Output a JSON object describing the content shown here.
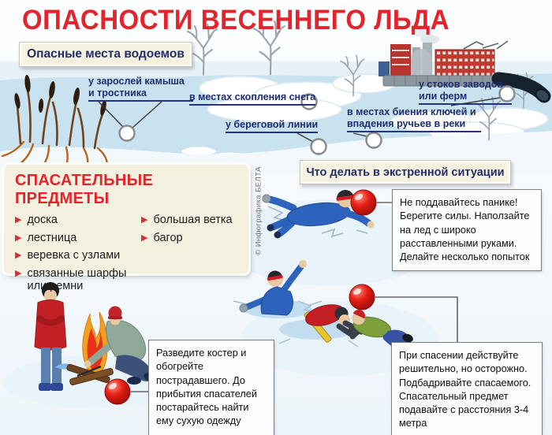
{
  "poster": {
    "title": "ОПАСНОСТИ ВЕСЕННЕГО ЛЬДА",
    "attribution": "© Инфографика БЕЛТА"
  },
  "danger_zones": {
    "heading": "Опасные места водоемов",
    "labels": [
      {
        "text": "у зарослей камыша и тростника"
      },
      {
        "text": "в местах скопления снега"
      },
      {
        "text": "у береговой линии"
      },
      {
        "text": "у стоков заводов или ферм"
      },
      {
        "text": "в местах биения ключей и впадения ручьев в реки"
      }
    ]
  },
  "rescue_items": {
    "heading": "СПАСАТЕЛЬНЫЕ ПРЕДМЕТЫ",
    "items": [
      "доска",
      "лестница",
      "веревка с узлами",
      "связанные шарфы или ремни",
      "большая ветка",
      "багор"
    ]
  },
  "emergency": {
    "heading": "Что делать в экстренной ситуации",
    "tips": [
      "Не поддавайтесь панике! Берегите силы. Наползайте на лед с широко расставленными руками. Делайте несколько попыток",
      "При спасении действуйте решительно, но осторожно. Подбадривайте спасаемого. Спасательный предмет подавайте с расстояния 3-4 метра",
      "Разведите костер и обогрейте пострадавшего. До прибытия спасателей постарайтесь найти ему сухую одежду"
    ]
  },
  "colors": {
    "accent_red": "#e3252b",
    "navy": "#232d6b",
    "cream": "#f4f1e0",
    "water_blue": "#c9e2ef",
    "marker_red": "#d01810",
    "jacket_blue": "#2d63bd",
    "jacket_green": "#8fa899",
    "victim_red": "#c32026"
  }
}
